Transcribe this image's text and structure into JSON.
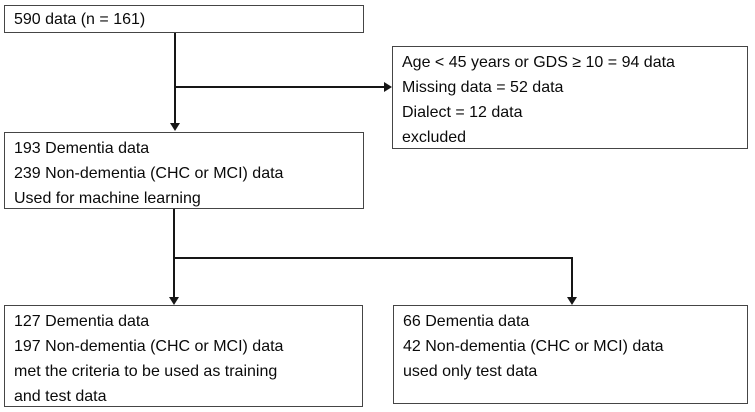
{
  "diagram": {
    "type": "flowchart",
    "colors": {
      "background": "#ffffff",
      "box_border": "#454545",
      "connector": "#161616",
      "text": "#0a0a0a"
    },
    "boxes": {
      "total": {
        "lines": [
          "590 data (n = 161)"
        ]
      },
      "excluded": {
        "lines": [
          "Age < 45 years or GDS ≥ 10 = 94 data",
          "Missing data = 52 data",
          "Dialect = 12 data",
          "excluded"
        ]
      },
      "machine_learning": {
        "lines": [
          "193 Dementia data",
          "239 Non-dementia (CHC or MCI) data",
          "Used for machine learning"
        ]
      },
      "training_test": {
        "lines": [
          "127 Dementia data",
          "197 Non-dementia (CHC or MCI) data",
          "met the criteria to be used as training",
          "and test data"
        ]
      },
      "test_only": {
        "lines": [
          "66 Dementia data",
          "42 Non-dementia (CHC or MCI) data",
          "used only test data"
        ]
      }
    }
  }
}
